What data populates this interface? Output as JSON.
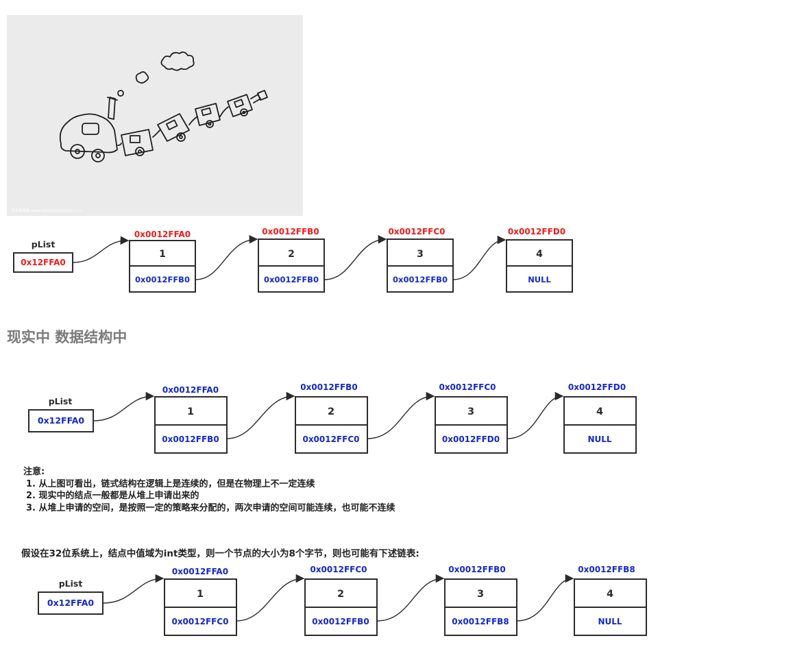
{
  "illustration": {
    "caption": "天天简笔画 www.tiantianjianbihua.com",
    "icon": "train-doodle"
  },
  "colors": {
    "red": "#ee1c1c",
    "blue": "#1428c8",
    "dark": "#2b2b2b"
  },
  "diagram1": {
    "head_label": "pList",
    "head_value": "0x12FFA0",
    "nodes": [
      {
        "address": "0x0012FFA0",
        "data": "1",
        "next": "0x0012FFB0"
      },
      {
        "address": "0x0012FFB0",
        "data": "2",
        "next": "0x0012FFB0"
      },
      {
        "address": "0x0012FFC0",
        "data": "3",
        "next": "0x0012FFB0"
      },
      {
        "address": "0x0012FFD0",
        "data": "4",
        "next": "NULL"
      }
    ]
  },
  "heading": "现实中 数据结构中",
  "diagram2": {
    "head_label": "pList",
    "head_value": "0x12FFA0",
    "nodes": [
      {
        "address": "0x0012FFA0",
        "data": "1",
        "next": "0x0012FFB0"
      },
      {
        "address": "0x0012FFB0",
        "data": "2",
        "next": "0x0012FFC0"
      },
      {
        "address": "0x0012FFC0",
        "data": "3",
        "next": "0x0012FFD0"
      },
      {
        "address": "0x0012FFD0",
        "data": "4",
        "next": "NULL"
      }
    ]
  },
  "notes": {
    "title": "注意:",
    "items": [
      "1. 从上图可看出，链式结构在逻辑上是连续的，但是在物理上不一定连续",
      "2. 现实中的结点一般都是从堆上申请出来的",
      "3. 从堆上申请的空间，是按照一定的策略来分配的，两次申请的空间可能连续，也可能不连续"
    ]
  },
  "assumption": "假设在32位系统上，结点中值域为int类型，则一个节点的大小为8个字节，则也可能有下述链表:",
  "diagram3": {
    "head_label": "pList",
    "head_value": "0x12FFA0",
    "nodes": [
      {
        "address": "0x0012FFA0",
        "data": "1",
        "next": "0x0012FFC0"
      },
      {
        "address": "0x0012FFC0",
        "data": "2",
        "next": "0x0012FFB0"
      },
      {
        "address": "0x0012FFB0",
        "data": "3",
        "next": "0x0012FFB8"
      },
      {
        "address": "0x0012FFB8",
        "data": "4",
        "next": "NULL"
      }
    ]
  }
}
